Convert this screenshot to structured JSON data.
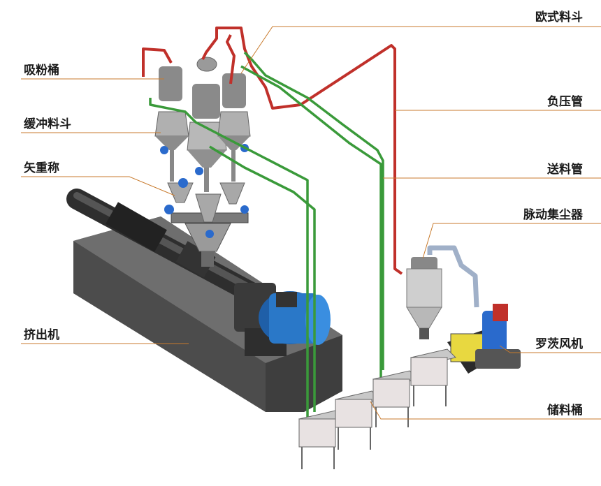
{
  "labels": {
    "european_hopper": "欧式料斗",
    "suction_bucket": "吸粉桶",
    "negative_pressure_pipe": "负压管",
    "buffer_hopper": "缓冲料斗",
    "vector_scale": "矢重称",
    "feed_pipe": "送料管",
    "pulse_dust_collector": "脉动集尘器",
    "extruder": "挤出机",
    "roots_blower": "罗茨风机",
    "storage_bucket": "储料桶"
  },
  "colors": {
    "negative_pressure_pipe": "#c0302a",
    "feed_pipe": "#3a9a3a",
    "leader_line": "#c87a2c",
    "extruder_body": "#4a4a4a",
    "motor": "#2a78c8",
    "blower_housing": "#e8d840"
  }
}
